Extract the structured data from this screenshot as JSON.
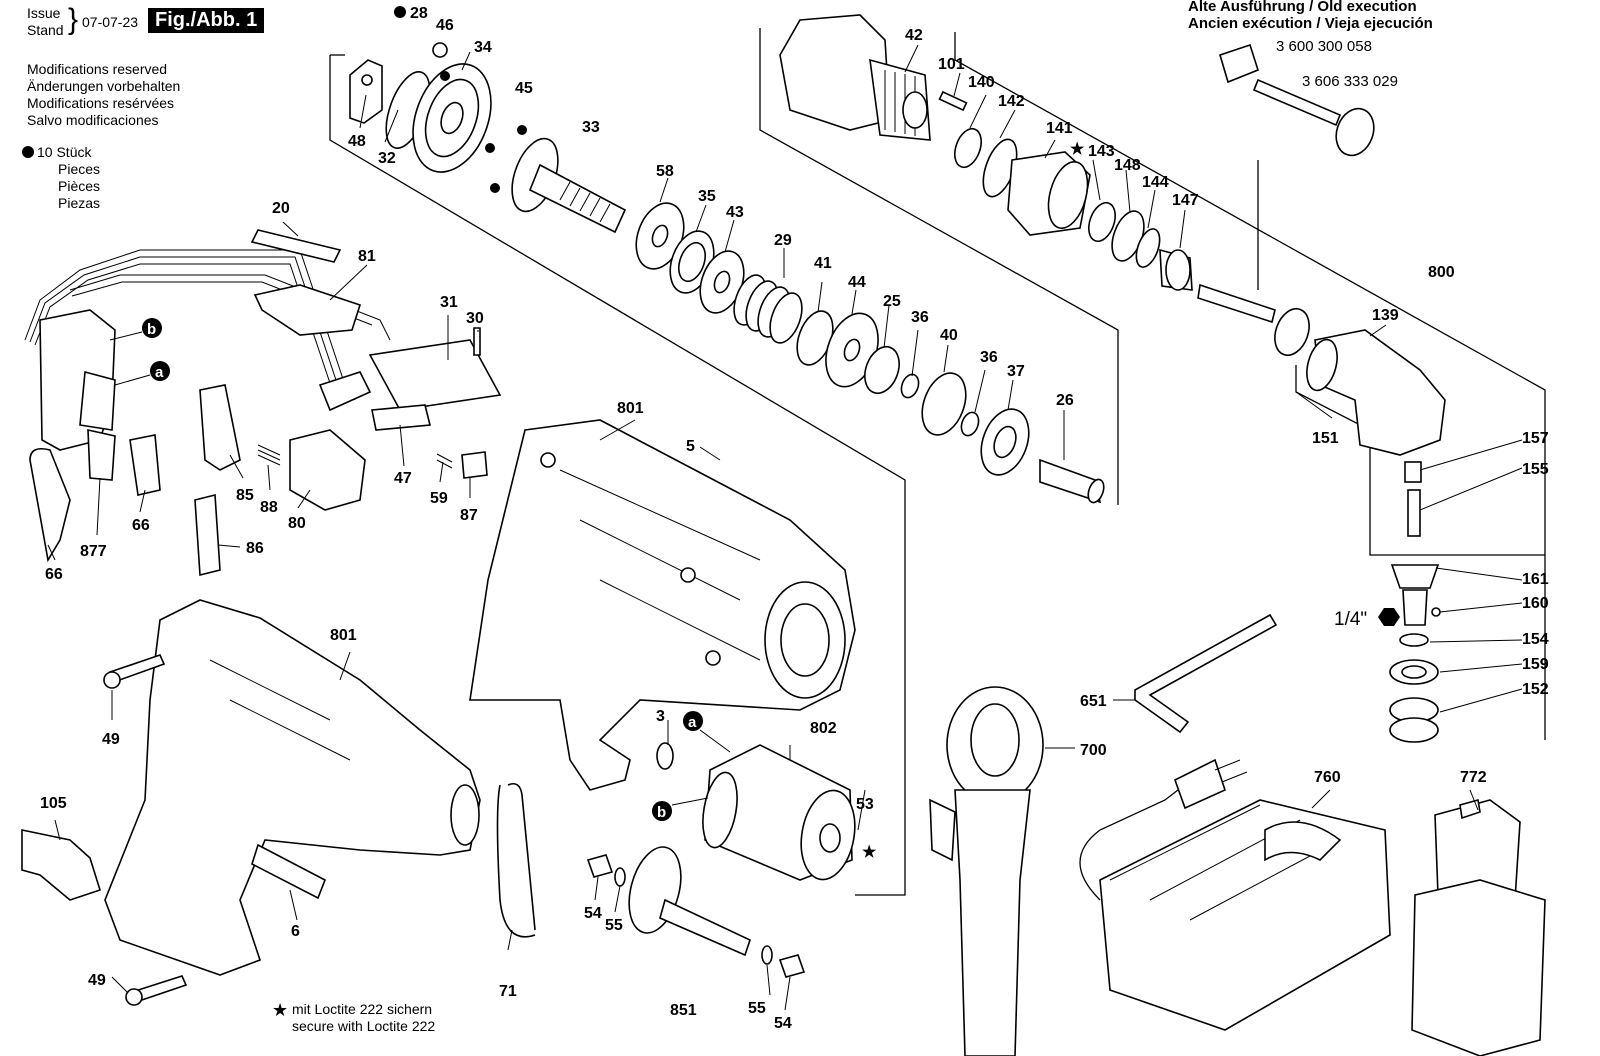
{
  "header": {
    "issue_label": "Issue",
    "stand_label": "Stand",
    "date": "07-07-23",
    "fig_label": "Fig./Abb. 1"
  },
  "modifications": [
    "Modifications reserved",
    "Änderungen vorbehalten",
    "Modifications resérvées",
    "Salvo modificaciones"
  ],
  "pieces": {
    "count": "10 Stück",
    "lines": [
      "Pieces",
      "Pièces",
      "Piezas"
    ]
  },
  "old_execution": {
    "title_line1": "Alte Ausführung / Old execution",
    "title_line2": "Ancien exécution / Vieja ejecución",
    "part_numbers": [
      "3 600 300 058",
      "3 606 333 029"
    ]
  },
  "loctite_note": [
    "mit Loctite 222 sichern",
    "secure with Loctite 222"
  ],
  "hex_size": "1/4\"",
  "callouts": {
    "c28": "28",
    "c46": "46",
    "c34": "34",
    "c48": "48",
    "c32": "32",
    "c45": "45",
    "c33": "33",
    "c58": "58",
    "c35": "35",
    "c43": "43",
    "c29": "29",
    "c41": "41",
    "c44": "44",
    "c25": "25",
    "c36a": "36",
    "c40": "40",
    "c36b": "36",
    "c37": "37",
    "c26": "26",
    "c42": "42",
    "c101": "101",
    "c140": "140",
    "c142": "142",
    "c141": "141",
    "c143": "143",
    "c148": "148",
    "c144": "144",
    "c147": "147",
    "c800": "800",
    "c139": "139",
    "c151": "151",
    "c157": "157",
    "c155": "155",
    "c161": "161",
    "c160": "160",
    "c154": "154",
    "c159": "159",
    "c152": "152",
    "c20": "20",
    "c81": "81",
    "c31": "31",
    "c30": "30",
    "c47": "47",
    "c59": "59",
    "c87": "87",
    "c85": "85",
    "c88": "88",
    "c80": "80",
    "c86": "86",
    "c66a": "66",
    "c877": "877",
    "c66b": "66",
    "c801a": "801",
    "c5": "5",
    "c801b": "801",
    "c49a": "49",
    "c105": "105",
    "c6": "6",
    "c49b": "49",
    "c71": "71",
    "c3": "3",
    "c802": "802",
    "c53": "53",
    "c54a": "54",
    "c55a": "55",
    "c851": "851",
    "c55b": "55",
    "c54b": "54",
    "c651": "651",
    "c700": "700",
    "c760": "760",
    "c772": "772"
  },
  "markers": {
    "a": "a",
    "b": "b"
  }
}
